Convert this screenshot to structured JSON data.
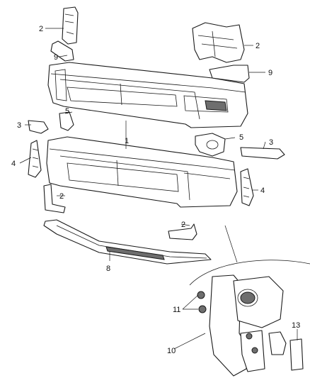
{
  "callouts": {
    "c1": "1",
    "c2": "2",
    "c3": "3",
    "c4": "4",
    "c5": "5",
    "c8": "8",
    "c9": "9",
    "c10": "10",
    "c11": "11",
    "c13": "13"
  },
  "colors": {
    "line": "#1a1a1a",
    "fill": "#ffffff",
    "shade": "#6e6e6e"
  }
}
